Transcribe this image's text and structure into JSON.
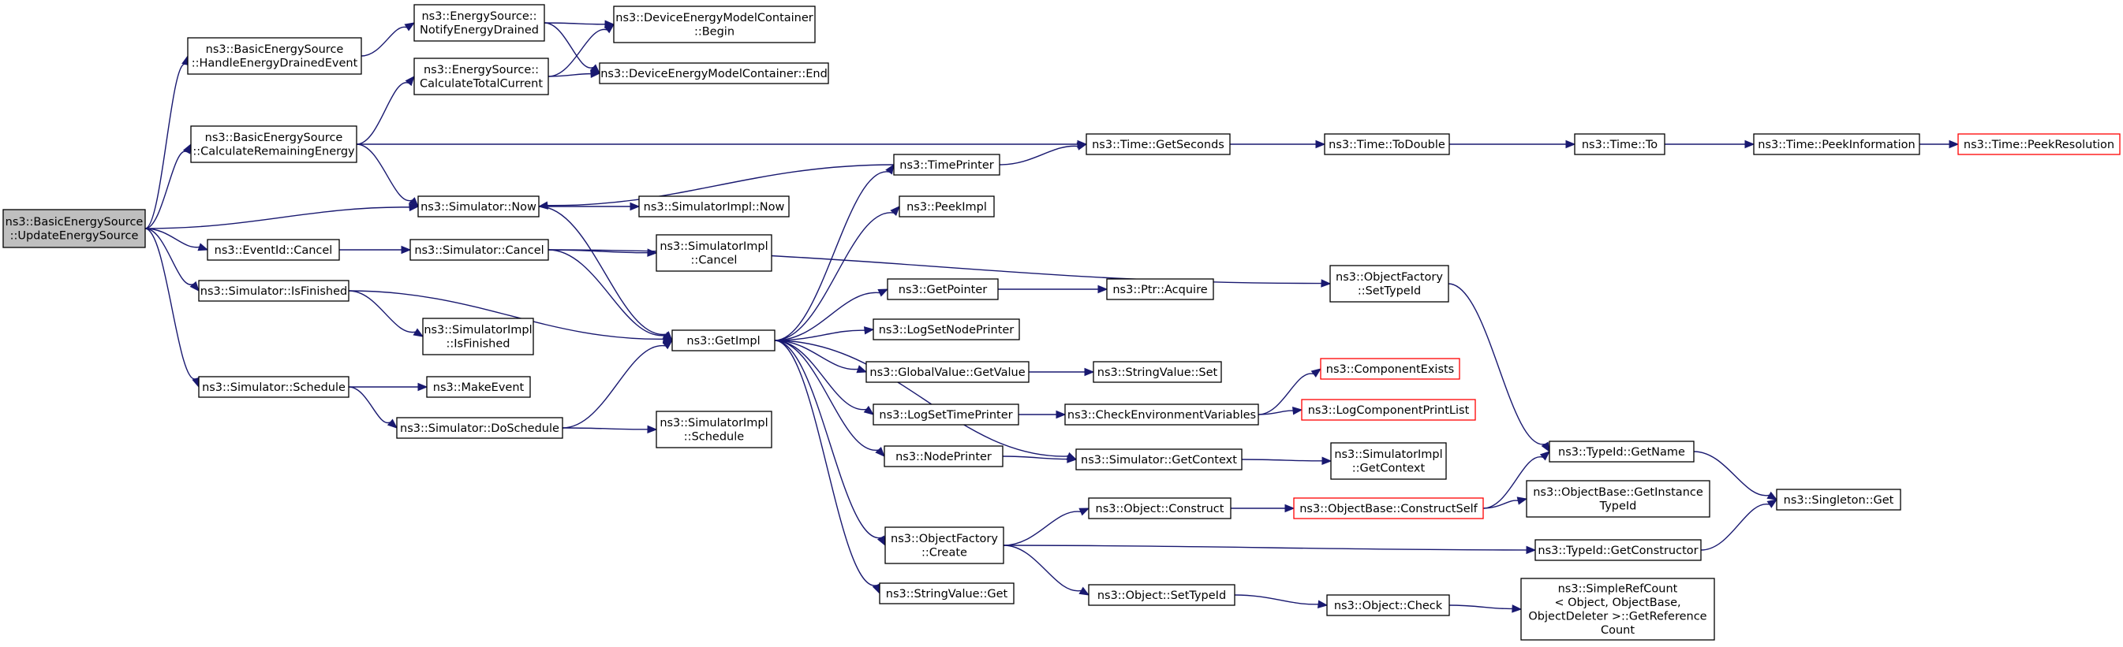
{
  "colors": {
    "edge": "#191970",
    "node_border": "#000000",
    "truncated_border": "#ff0000",
    "root_fill": "#bfbfbf"
  },
  "nodes": [
    {
      "id": "root",
      "lines": [
        "ns3::BasicEnergySource",
        "::UpdateEnergySource"
      ],
      "root": true
    },
    {
      "id": "handle",
      "lines": [
        "ns3::BasicEnergySource",
        "::HandleEnergyDrainedEvent"
      ]
    },
    {
      "id": "calcrem",
      "lines": [
        "ns3::BasicEnergySource",
        "::CalculateRemainingEnergy"
      ]
    },
    {
      "id": "notify",
      "lines": [
        "ns3::EnergySource::",
        "NotifyEnergyDrained"
      ]
    },
    {
      "id": "calctot",
      "lines": [
        "ns3::EnergySource::",
        "CalculateTotalCurrent"
      ]
    },
    {
      "id": "begin",
      "lines": [
        "ns3::DeviceEnergyModelContainer",
        "::Begin"
      ]
    },
    {
      "id": "end",
      "lines": [
        "ns3::DeviceEnergyModelContainer::End"
      ]
    },
    {
      "id": "simnow",
      "lines": [
        "ns3::Simulator::Now"
      ]
    },
    {
      "id": "implnow",
      "lines": [
        "ns3::SimulatorImpl::Now"
      ]
    },
    {
      "id": "eventcancel",
      "lines": [
        "ns3::EventId::Cancel"
      ]
    },
    {
      "id": "simcancel",
      "lines": [
        "ns3::Simulator::Cancel"
      ]
    },
    {
      "id": "implcancel",
      "lines": [
        "ns3::SimulatorImpl",
        "::Cancel"
      ]
    },
    {
      "id": "isfinished",
      "lines": [
        "ns3::Simulator::IsFinished"
      ]
    },
    {
      "id": "implisfin",
      "lines": [
        "ns3::SimulatorImpl",
        "::IsFinished"
      ]
    },
    {
      "id": "schedule",
      "lines": [
        "ns3::Simulator::Schedule"
      ]
    },
    {
      "id": "makeevent",
      "lines": [
        "ns3::MakeEvent"
      ]
    },
    {
      "id": "doschedule",
      "lines": [
        "ns3::Simulator::DoSchedule"
      ]
    },
    {
      "id": "implschedule",
      "lines": [
        "ns3::SimulatorImpl",
        "::Schedule"
      ]
    },
    {
      "id": "getimpl",
      "lines": [
        "ns3::GetImpl"
      ]
    },
    {
      "id": "timeprinter",
      "lines": [
        "ns3::TimePrinter"
      ]
    },
    {
      "id": "peekimpl",
      "lines": [
        "ns3::PeekImpl"
      ]
    },
    {
      "id": "getpointer",
      "lines": [
        "ns3::GetPointer"
      ]
    },
    {
      "id": "acquire",
      "lines": [
        "ns3::Ptr::Acquire"
      ]
    },
    {
      "id": "lognode",
      "lines": [
        "ns3::LogSetNodePrinter"
      ]
    },
    {
      "id": "gvget",
      "lines": [
        "ns3::GlobalValue::GetValue"
      ]
    },
    {
      "id": "svset",
      "lines": [
        "ns3::StringValue::Set"
      ]
    },
    {
      "id": "logtime",
      "lines": [
        "ns3::LogSetTimePrinter"
      ]
    },
    {
      "id": "checkenv",
      "lines": [
        "ns3::CheckEnvironmentVariables"
      ]
    },
    {
      "id": "compexists",
      "lines": [
        "ns3::ComponentExists"
      ],
      "trunc": true
    },
    {
      "id": "logcomp",
      "lines": [
        "ns3::LogComponentPrintList"
      ],
      "trunc": true
    },
    {
      "id": "nodeprinter",
      "lines": [
        "ns3::NodePrinter"
      ]
    },
    {
      "id": "getcontext",
      "lines": [
        "ns3::Simulator::GetContext"
      ]
    },
    {
      "id": "implcontext",
      "lines": [
        "ns3::SimulatorImpl",
        "::GetContext"
      ]
    },
    {
      "id": "ofcreate",
      "lines": [
        "ns3::ObjectFactory",
        "::Create"
      ]
    },
    {
      "id": "construct",
      "lines": [
        "ns3::Object::Construct"
      ]
    },
    {
      "id": "constructself",
      "lines": [
        "ns3::ObjectBase::ConstructSelf"
      ],
      "trunc": true
    },
    {
      "id": "getinstance",
      "lines": [
        "ns3::ObjectBase::GetInstance",
        "TypeId"
      ]
    },
    {
      "id": "svget",
      "lines": [
        "ns3::StringValue::Get"
      ]
    },
    {
      "id": "settypeid",
      "lines": [
        "ns3::Object::SetTypeId"
      ]
    },
    {
      "id": "check",
      "lines": [
        "ns3::Object::Check"
      ]
    },
    {
      "id": "refcount",
      "lines": [
        "ns3::SimpleRefCount",
        "< Object, ObjectBase,",
        "ObjectDeleter >::GetReference",
        "Count"
      ]
    },
    {
      "id": "getseconds",
      "lines": [
        "ns3::Time::GetSeconds"
      ]
    },
    {
      "id": "todouble",
      "lines": [
        "ns3::Time::ToDouble"
      ]
    },
    {
      "id": "timeto",
      "lines": [
        "ns3::Time::To"
      ]
    },
    {
      "id": "peekinfo",
      "lines": [
        "ns3::Time::PeekInformation"
      ]
    },
    {
      "id": "peekres",
      "lines": [
        "ns3::Time::PeekResolution"
      ],
      "trunc": true
    },
    {
      "id": "ofsettypeid",
      "lines": [
        "ns3::ObjectFactory",
        "::SetTypeId"
      ]
    },
    {
      "id": "getname",
      "lines": [
        "ns3::TypeId::GetName"
      ]
    },
    {
      "id": "getconstructor",
      "lines": [
        "ns3::TypeId::GetConstructor"
      ]
    },
    {
      "id": "singleton",
      "lines": [
        "ns3::Singleton::Get"
      ]
    }
  ],
  "edges": [
    [
      "root",
      "handle"
    ],
    [
      "root",
      "calcrem"
    ],
    [
      "root",
      "simnow"
    ],
    [
      "root",
      "eventcancel"
    ],
    [
      "root",
      "isfinished"
    ],
    [
      "root",
      "schedule"
    ],
    [
      "handle",
      "notify"
    ],
    [
      "notify",
      "begin"
    ],
    [
      "notify",
      "end"
    ],
    [
      "calcrem",
      "calctot"
    ],
    [
      "calcrem",
      "getseconds"
    ],
    [
      "calcrem",
      "simnow"
    ],
    [
      "calctot",
      "begin"
    ],
    [
      "calctot",
      "end"
    ],
    [
      "simnow",
      "implnow"
    ],
    [
      "simnow",
      "getimpl"
    ],
    [
      "eventcancel",
      "simcancel"
    ],
    [
      "simcancel",
      "implcancel"
    ],
    [
      "simcancel",
      "getimpl"
    ],
    [
      "simcancel",
      "ofsettypeid"
    ],
    [
      "isfinished",
      "getimpl"
    ],
    [
      "isfinished",
      "implisfin"
    ],
    [
      "schedule",
      "makeevent"
    ],
    [
      "schedule",
      "doschedule"
    ],
    [
      "doschedule",
      "getimpl"
    ],
    [
      "doschedule",
      "implschedule"
    ],
    [
      "getimpl",
      "timeprinter"
    ],
    [
      "getimpl",
      "peekimpl"
    ],
    [
      "getimpl",
      "getpointer"
    ],
    [
      "getimpl",
      "lognode"
    ],
    [
      "getimpl",
      "gvget"
    ],
    [
      "getimpl",
      "logtime"
    ],
    [
      "getimpl",
      "nodeprinter"
    ],
    [
      "getimpl",
      "getcontext"
    ],
    [
      "getimpl",
      "ofcreate"
    ],
    [
      "getimpl",
      "svget"
    ],
    [
      "timeprinter",
      "simnow"
    ],
    [
      "timeprinter",
      "getseconds"
    ],
    [
      "getpointer",
      "acquire"
    ],
    [
      "gvget",
      "svset"
    ],
    [
      "logtime",
      "checkenv"
    ],
    [
      "checkenv",
      "compexists"
    ],
    [
      "checkenv",
      "logcomp"
    ],
    [
      "nodeprinter",
      "getcontext"
    ],
    [
      "getcontext",
      "implcontext"
    ],
    [
      "ofcreate",
      "construct"
    ],
    [
      "ofcreate",
      "getconstructor"
    ],
    [
      "ofcreate",
      "settypeid"
    ],
    [
      "construct",
      "constructself"
    ],
    [
      "constructself",
      "getname"
    ],
    [
      "constructself",
      "getinstance"
    ],
    [
      "settypeid",
      "check"
    ],
    [
      "check",
      "refcount"
    ],
    [
      "getseconds",
      "todouble"
    ],
    [
      "todouble",
      "timeto"
    ],
    [
      "timeto",
      "peekinfo"
    ],
    [
      "peekinfo",
      "peekres"
    ],
    [
      "ofsettypeid",
      "getname"
    ],
    [
      "getname",
      "singleton"
    ],
    [
      "getconstructor",
      "singleton"
    ]
  ]
}
